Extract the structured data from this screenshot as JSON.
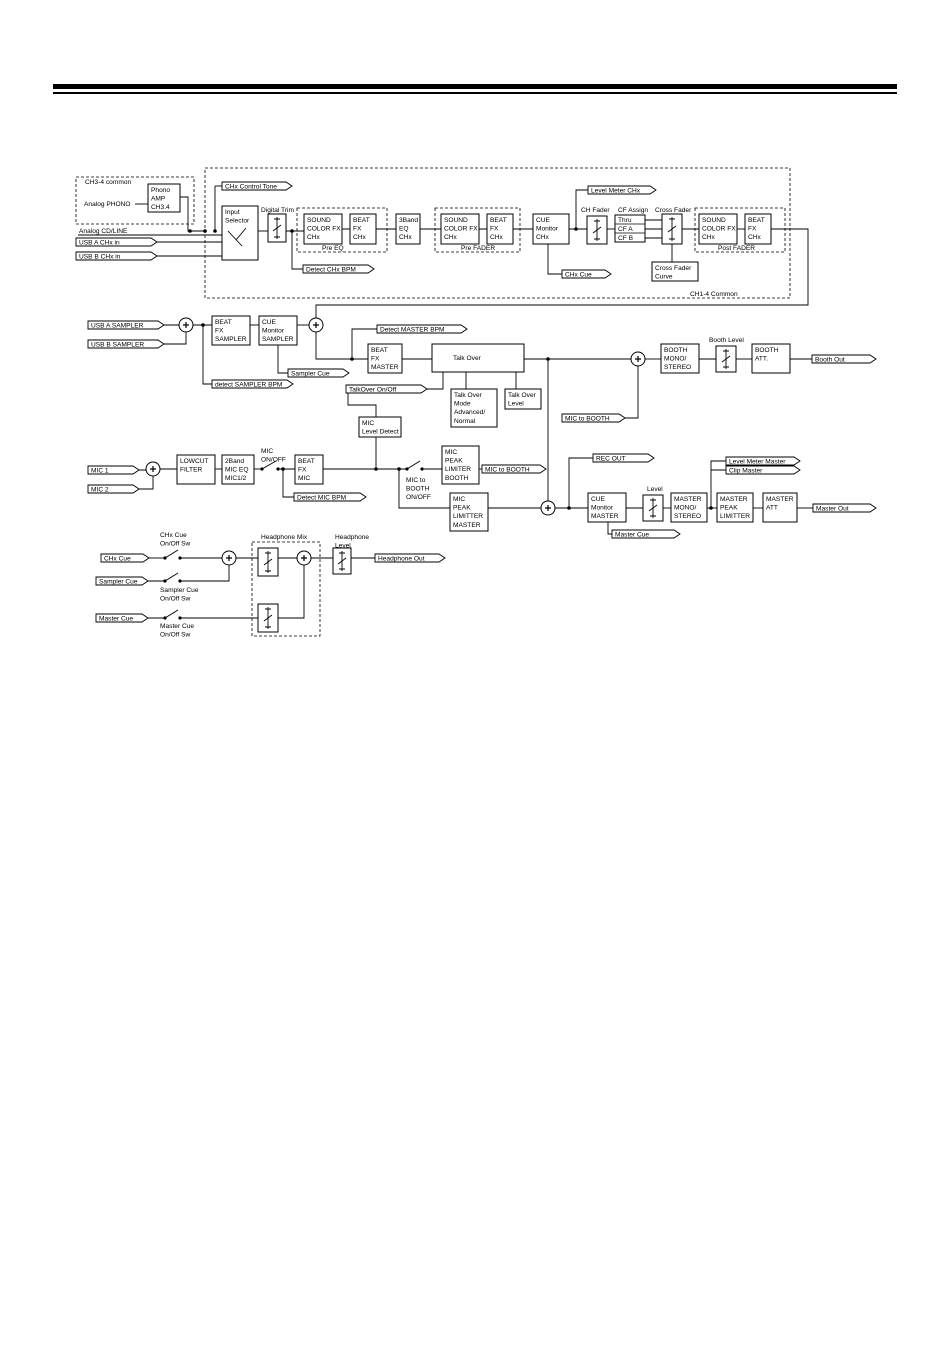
{
  "diagram": {
    "channel_section": {
      "ch34_common": "CH3-4 common",
      "analog_phono": "Analog PHONO",
      "phono_amp": [
        "Phono",
        "AMP",
        "CH3.4"
      ],
      "analog_cd_line": "Analog CD/LINE",
      "usb_a_in": "USB A CHx in",
      "usb_b_in": "USB B CHx in",
      "input_selector": [
        "Input",
        "Selector"
      ],
      "digital_trim": "Digital Trim",
      "chx_control_tone": "CHx Control Tone",
      "sound_color_fx": [
        "SOUND",
        "COLOR FX",
        "CHx"
      ],
      "beat_fx_chx": [
        "BEAT",
        "FX",
        "CHx"
      ],
      "pre_eq": "Pre EQ",
      "eq_3band": [
        "3Band",
        "EQ",
        "CHx"
      ],
      "pre_fader": "Pre FADER",
      "cue_monitor_chx": [
        "CUE",
        "Monitor",
        "CHx"
      ],
      "ch_fader": "CH Fader",
      "level_meter_chx": "Level Meter CHx",
      "cf_assign": "CF Assign",
      "cf_options": [
        "Thru",
        "CF A",
        "CF B"
      ],
      "cross_fader": "Cross Fader",
      "cross_fader_curve": [
        "Cross Fader",
        "Curve"
      ],
      "post_fader": "Post FADER",
      "detect_chx_bpm": "Detect CHx BPM",
      "chx_cue": "CHx Cue",
      "ch1_4_common": "CH1-4 Common"
    },
    "master_section": {
      "usb_a_sampler": "USB A SAMPLER",
      "usb_b_sampler": "USB B SAMPLER",
      "beat_fx_sampler": [
        "BEAT",
        "FX",
        "SAMPLER"
      ],
      "cue_monitor_sampler": [
        "CUE",
        "Monitor",
        "SAMPLER"
      ],
      "sampler_cue": "Sampler Cue",
      "detect_sampler_bpm": "detect SAMPLER BPM",
      "beat_fx_master": [
        "BEAT",
        "FX",
        "MASTER"
      ],
      "detect_master_bpm": "Detect MASTER BPM",
      "talk_over": "Talk Over",
      "talkover_onoff": "TalkOver On/Off",
      "talk_over_mode": [
        "Talk Over",
        "Mode",
        "Advanced/",
        "Normal"
      ],
      "talk_over_level": [
        "Talk Over",
        "Level"
      ],
      "mic_level_detect": [
        "MIC",
        "Level Detect"
      ],
      "booth_mono_stereo": [
        "BOOTH",
        "MONO/",
        "STEREO"
      ],
      "booth_level": "Booth Level",
      "booth_att": [
        "BOOTH",
        "ATT."
      ],
      "booth_out": "Booth Out",
      "mic_to_booth_tag": "MIC to BOOTH"
    },
    "mic_section": {
      "mic1": "MIC 1",
      "mic2": "MIC 2",
      "lowcut_filter": [
        "LOWCUT",
        "FILTER"
      ],
      "mic_eq": [
        "2Band",
        "MIC EQ",
        "MIC1/2"
      ],
      "mic_onoff": [
        "MIC",
        "ON/OFF"
      ],
      "beat_fx_mic": [
        "BEAT",
        "FX",
        "MIC"
      ],
      "detect_mic_bpm": "Detect MIC BPM",
      "mic_to_booth_sw": [
        "MIC to",
        "BOOTH",
        "ON/OFF"
      ],
      "mic_peak_limiter_booth": [
        "MIC",
        "PEAK",
        "LIMITER",
        "BOOTH"
      ],
      "mic_to_booth_out": "MIC to BOOTH",
      "mic_peak_limiter_master": [
        "MIC",
        "PEAK",
        "LIMITTER",
        "MASTER"
      ]
    },
    "output_section": {
      "rec_out": "REC OUT",
      "cue_monitor_master": [
        "CUE",
        "Monitor",
        "MASTER"
      ],
      "master_cue": "Master Cue",
      "level": "Level",
      "master_mono_stereo": [
        "MASTER",
        "MONO/",
        "STEREO"
      ],
      "level_meter_master": "Level Meter Master",
      "clip_master": "Clip Master",
      "master_peak_limiter": [
        "MASTER",
        "PEAK",
        "LIMITTER"
      ],
      "master_att": [
        "MASTER",
        "ATT"
      ],
      "master_out": "Master Out"
    },
    "headphone_section": {
      "chx_cue_in": "CHx Cue",
      "sampler_cue_in": "Sampler Cue",
      "master_cue_in": "Master Cue",
      "chx_cue_sw": [
        "CHx Cue",
        "On/Off Sw"
      ],
      "sampler_cue_sw": [
        "Sampler Cue",
        "On/Off Sw"
      ],
      "master_cue_sw": [
        "Master Cue",
        "On/Off Sw"
      ],
      "headphone_mix": "Headphone Mix",
      "headphone_level": [
        "Headphone",
        "Level"
      ],
      "headphone_out": "Headphone Out"
    }
  }
}
